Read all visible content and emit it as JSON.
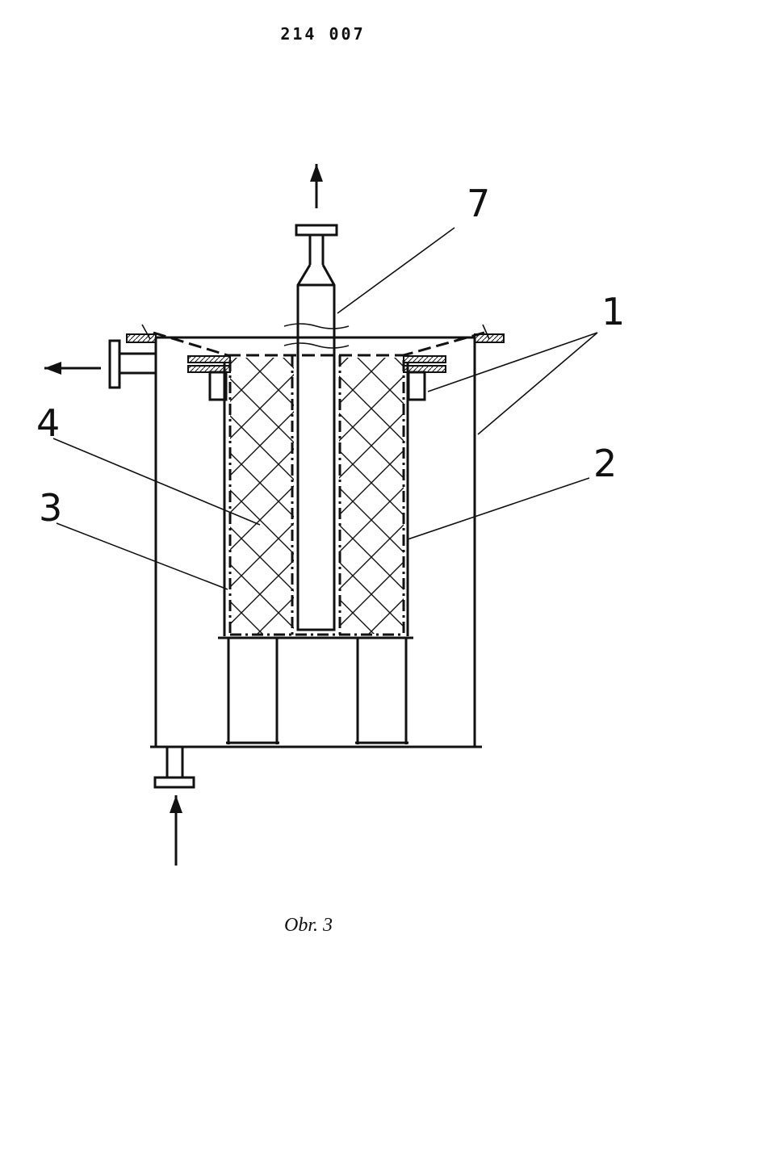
{
  "header": {
    "document_number": "214 007"
  },
  "figure": {
    "caption": "Obr. 3",
    "part_labels": [
      "1",
      "2",
      "3",
      "4",
      "7"
    ]
  },
  "colors": {
    "ink": "#111111",
    "paper": "#ffffff"
  }
}
